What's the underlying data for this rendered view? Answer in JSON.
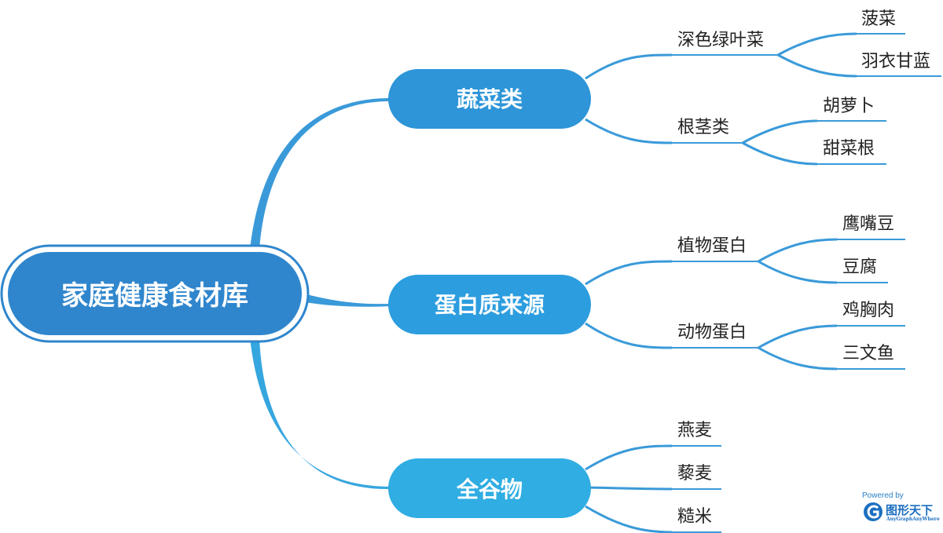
{
  "colors": {
    "root_fill": "#2f86cd",
    "branch_vegetables": "#2d95d8",
    "branch_protein": "#2c9ddf",
    "branch_grains": "#30ade3",
    "connector": "#3a9ad9",
    "watermark": "#1c6fc0"
  },
  "root": {
    "label": "家庭健康食材库"
  },
  "branches": [
    {
      "label": "蔬菜类",
      "children": [
        {
          "label": "深色绿叶菜",
          "children": [
            {
              "label": "菠菜"
            },
            {
              "label": "羽衣甘蓝"
            }
          ]
        },
        {
          "label": "根茎类",
          "children": [
            {
              "label": "胡萝卜"
            },
            {
              "label": "甜菜根"
            }
          ]
        }
      ]
    },
    {
      "label": "蛋白质来源",
      "children": [
        {
          "label": "植物蛋白",
          "children": [
            {
              "label": "鹰嘴豆"
            },
            {
              "label": "豆腐"
            }
          ]
        },
        {
          "label": "动物蛋白",
          "children": [
            {
              "label": "鸡胸肉"
            },
            {
              "label": "三文鱼"
            }
          ]
        }
      ]
    },
    {
      "label": "全谷物",
      "children": [
        {
          "label": "燕麦"
        },
        {
          "label": "藜麦"
        },
        {
          "label": "糙米"
        }
      ]
    }
  ],
  "watermark": {
    "powered_by": "Powered by",
    "brand": "图形天下",
    "sub": "AnyGraphAnyWhere",
    "logo_icon": "g-logo-icon"
  }
}
